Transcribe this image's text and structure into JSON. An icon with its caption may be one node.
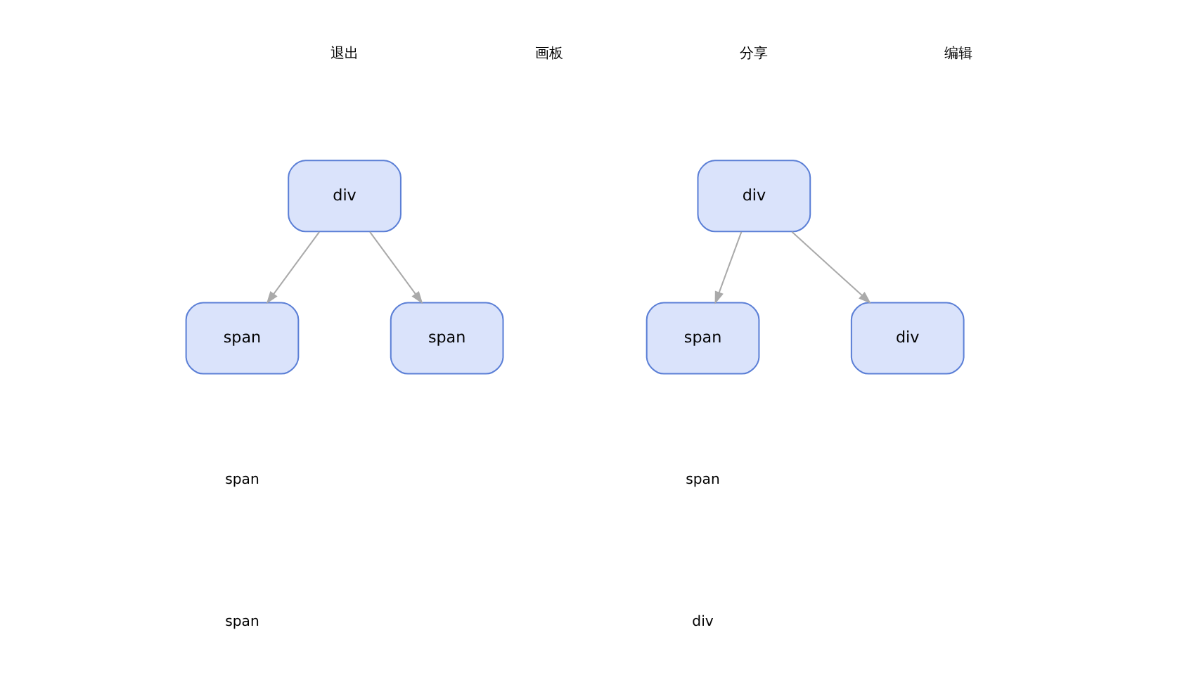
{
  "diagram": {
    "nodes": [
      {
        "text": [
          "div"
        ]
      },
      {
        "text": [
          "span"
        ]
      },
      {
        "text": [
          "span"
        ]
      },
      {
        "text": [
          "div"
        ]
      },
      {
        "text": [
          "span"
        ]
      },
      {
        "text": [
          "div"
        ]
      }
    ],
    "edges": [
      {
        "from": 0,
        "to": 1,
        "arrow": "to"
      },
      {
        "from": 0,
        "to": 2,
        "arrow": "to"
      },
      {
        "from": 3,
        "to": 4,
        "arrow": "to"
      },
      {
        "from": 3,
        "to": 5,
        "arrow": "to"
      }
    ],
    "labels": [
      "退出",
      "画板",
      "分享",
      "编辑",
      "span",
      "span",
      "span",
      "div"
    ]
  }
}
